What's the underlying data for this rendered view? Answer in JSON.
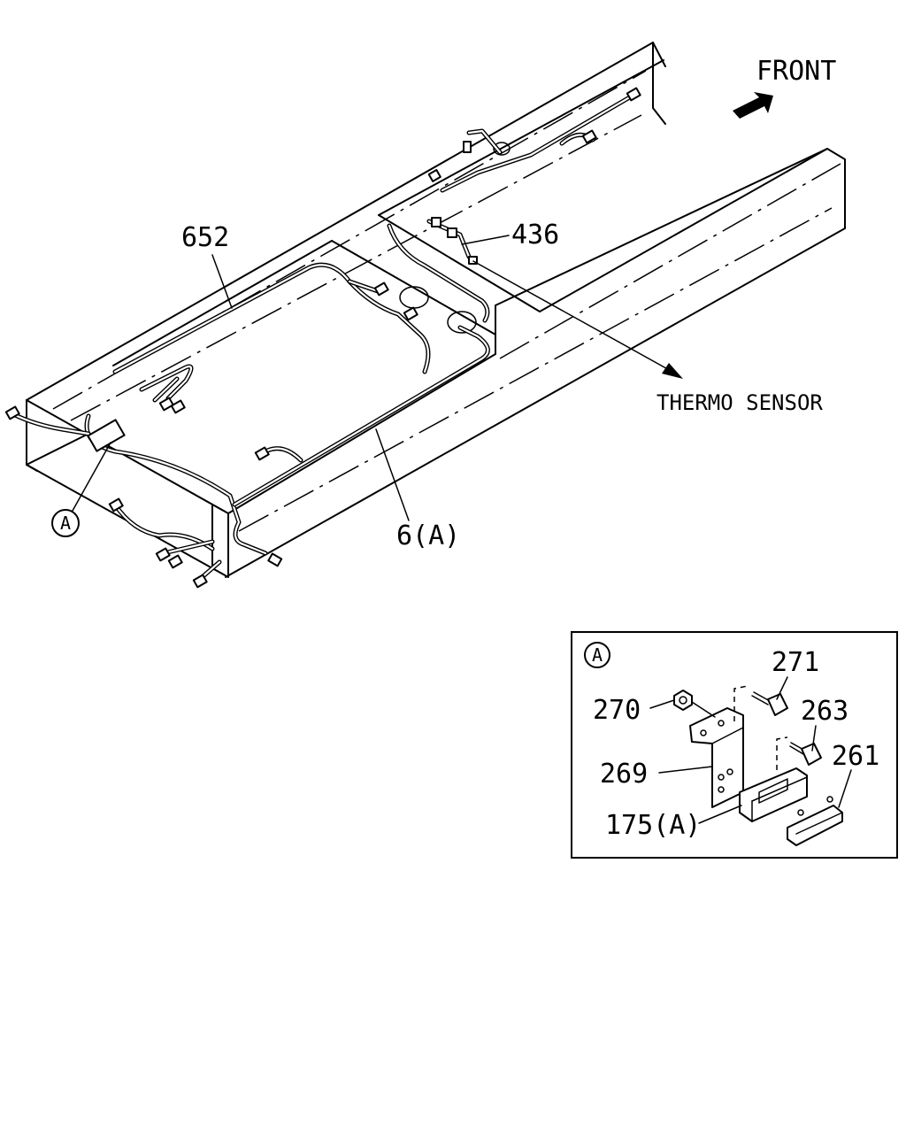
{
  "labels": {
    "front": "FRONT",
    "thermo_sensor": "THERMO SENSOR",
    "part_652": "652",
    "part_436": "436",
    "part_6a": "6(A)",
    "callout_a": "A",
    "detail_a": "A",
    "part_271": "271",
    "part_270": "270",
    "part_263": "263",
    "part_269": "269",
    "part_261": "261",
    "part_175a": "175(A)"
  }
}
